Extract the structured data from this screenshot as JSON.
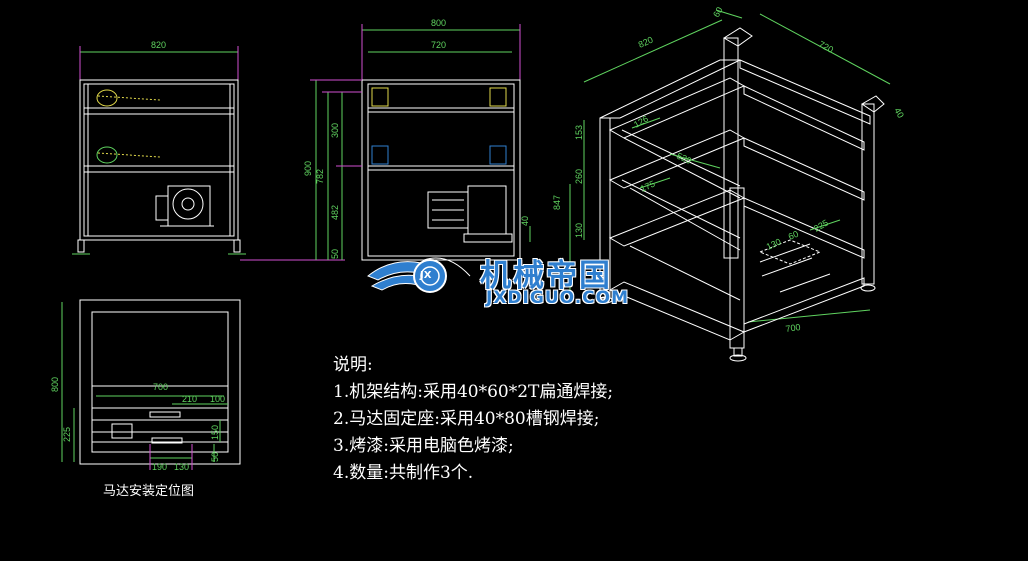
{
  "front_view": {
    "width_dim": "820"
  },
  "side_view": {
    "overall_width_dim": "800",
    "inner_width_dim": "720",
    "vertical_dims": [
      "900",
      "782",
      "300",
      "482",
      "50",
      "40"
    ]
  },
  "iso_view": {
    "dims": [
      "820",
      "60",
      "720",
      "40",
      "153",
      "126",
      "520",
      "260",
      "175",
      "847",
      "130",
      "225",
      "130",
      "60",
      "700"
    ]
  },
  "bottom_view": {
    "dims": [
      "800",
      "700",
      "210",
      "100",
      "225",
      "150",
      "50",
      "190",
      "130"
    ],
    "caption": "马达安装定位图"
  },
  "logo": {
    "text_cn": "机械帝国",
    "text_en": "JXDIGUO.COM",
    "badge_letter": "JX"
  },
  "notes": {
    "title": "说明:",
    "items": [
      "1.机架结构:采用40*60*2T扁通焊接;",
      "2.马达固定座:采用40*80槽钢焊接;",
      "3.烤漆:采用电脑色烤漆;",
      "4.数量:共制作3个."
    ]
  },
  "colors": {
    "background": "#000000",
    "outline": "#ffffff",
    "dimension": "#5fd35f",
    "extension": "#d24fd2",
    "accent": "#2f7fcf"
  }
}
